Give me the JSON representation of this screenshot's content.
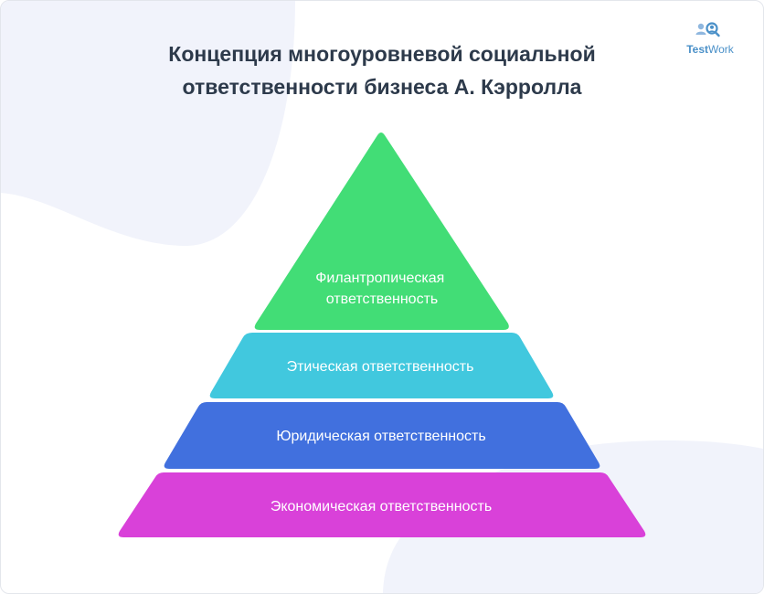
{
  "header": {
    "title_line1": "Концепция многоуровневой социальной",
    "title_line2": "ответственности бизнеса А. Кэрролла"
  },
  "logo": {
    "text_main": "Test",
    "text_light": "Work",
    "icon": "people-search-icon"
  },
  "pyramid": {
    "tiers": [
      {
        "label_line1": "Филантропическая",
        "label_line2": "ответственность",
        "color": "#42dd76"
      },
      {
        "label": "Этическая ответственность",
        "color": "#41c8de"
      },
      {
        "label": "Юридическая ответственность",
        "color": "#4170de"
      },
      {
        "label": "Экономическая ответственность",
        "color": "#d941d9"
      }
    ]
  },
  "colors": {
    "title": "#2d3a4b",
    "background_blob": "#f1f3fb",
    "logo_accent": "#4a90c8"
  }
}
